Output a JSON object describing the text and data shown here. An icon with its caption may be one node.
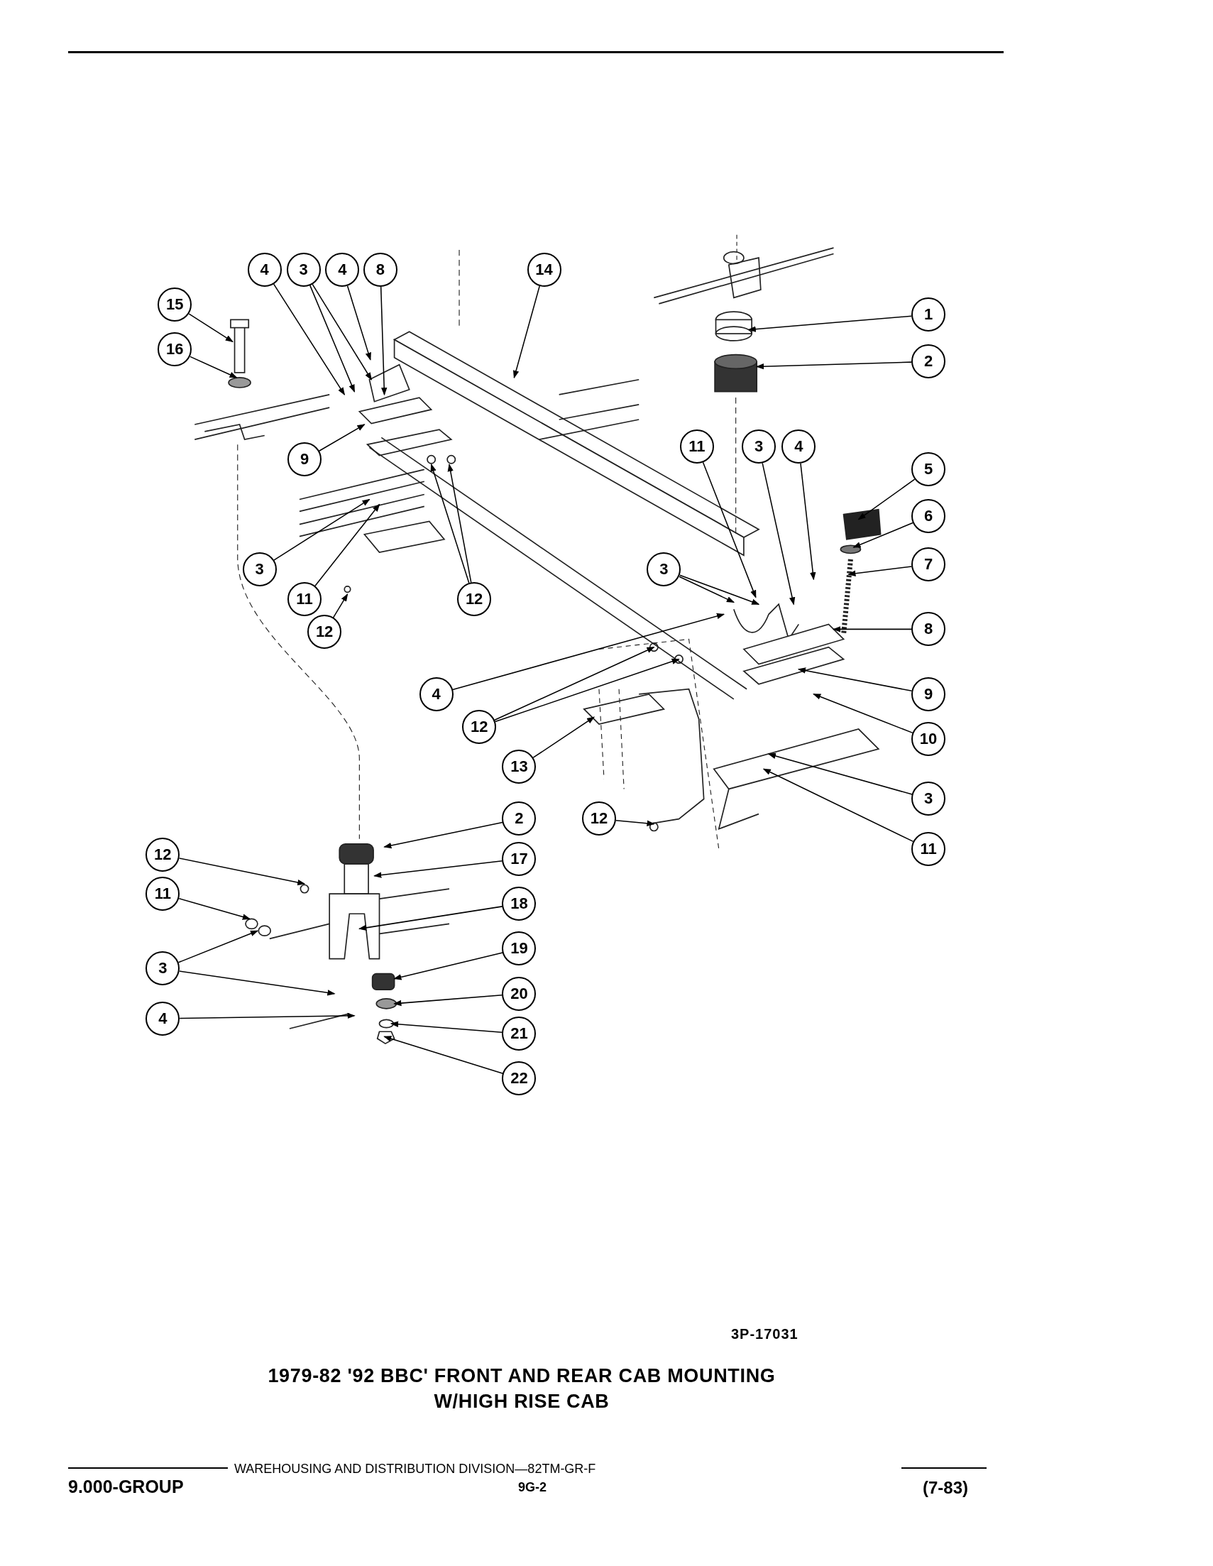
{
  "diagram": {
    "title": "1979-82 '92 BBC' FRONT AND REAR CAB MOUNTING W/HIGH RISE CAB",
    "nodes": [
      {
        "text": [
          "4"
        ]
      },
      {
        "text": [
          "3"
        ]
      },
      {
        "text": [
          "4"
        ]
      },
      {
        "text": [
          "8"
        ]
      },
      {
        "text": [
          "14"
        ]
      },
      {
        "text": [
          "15"
        ]
      },
      {
        "text": [
          "16"
        ]
      },
      {
        "text": [
          "1"
        ]
      },
      {
        "text": [
          "2"
        ]
      },
      {
        "text": [
          "9"
        ]
      },
      {
        "text": [
          "11"
        ]
      },
      {
        "text": [
          "3"
        ]
      },
      {
        "text": [
          "4"
        ]
      },
      {
        "text": [
          "5"
        ]
      },
      {
        "text": [
          "6"
        ]
      },
      {
        "text": [
          "7"
        ]
      },
      {
        "text": [
          "3"
        ]
      },
      {
        "text": [
          "11"
        ]
      },
      {
        "text": [
          "12"
        ]
      },
      {
        "text": [
          "12"
        ]
      },
      {
        "text": [
          "3"
        ]
      },
      {
        "text": [
          "8"
        ]
      },
      {
        "text": [
          "4"
        ]
      },
      {
        "text": [
          "12"
        ]
      },
      {
        "text": [
          "9"
        ]
      },
      {
        "text": [
          "10"
        ]
      },
      {
        "text": [
          "13"
        ]
      },
      {
        "text": [
          "3"
        ]
      },
      {
        "text": [
          "11"
        ]
      },
      {
        "text": [
          "12"
        ]
      },
      {
        "text": [
          "2"
        ]
      },
      {
        "text": [
          "12"
        ]
      },
      {
        "text": [
          "17"
        ]
      },
      {
        "text": [
          "11"
        ]
      },
      {
        "text": [
          "18"
        ]
      },
      {
        "text": [
          "3"
        ]
      },
      {
        "text": [
          "19"
        ]
      },
      {
        "text": [
          "20"
        ]
      },
      {
        "text": [
          "4"
        ]
      },
      {
        "text": [
          "21"
        ]
      },
      {
        "text": [
          "22"
        ]
      }
    ],
    "edges": [
      {
        "from": 0,
        "to": null,
        "arrow": "to"
      },
      {
        "from": 1,
        "to": null,
        "arrow": "to"
      },
      {
        "from": 1,
        "to": null,
        "arrow": "to"
      },
      {
        "from": 2,
        "to": null,
        "arrow": "to"
      },
      {
        "from": 3,
        "to": null,
        "arrow": "to"
      },
      {
        "from": 4,
        "to": null,
        "arrow": "to"
      },
      {
        "from": 5,
        "to": null,
        "arrow": "to"
      },
      {
        "from": 6,
        "to": null,
        "arrow": "to"
      },
      {
        "from": 7,
        "to": null,
        "arrow": "to"
      },
      {
        "from": 8,
        "to": null,
        "arrow": "to"
      },
      {
        "from": 9,
        "to": null,
        "arrow": "to"
      },
      {
        "from": 10,
        "to": null,
        "arrow": "to"
      },
      {
        "from": 11,
        "to": null,
        "arrow": "to"
      },
      {
        "from": 12,
        "to": null,
        "arrow": "to"
      },
      {
        "from": 13,
        "to": null,
        "arrow": "to"
      },
      {
        "from": 14,
        "to": null,
        "arrow": "to"
      },
      {
        "from": 15,
        "to": null,
        "arrow": "to"
      },
      {
        "from": 16,
        "to": null,
        "arrow": "to"
      },
      {
        "from": 17,
        "to": null,
        "arrow": "to"
      },
      {
        "from": 18,
        "to": null,
        "arrow": "to"
      },
      {
        "from": 18,
        "to": null,
        "arrow": "to"
      },
      {
        "from": 19,
        "to": null,
        "arrow": "to"
      },
      {
        "from": 20,
        "to": null,
        "arrow": "to"
      },
      {
        "from": 20,
        "to": null,
        "arrow": "to"
      },
      {
        "from": 21,
        "to": null,
        "arrow": "to"
      },
      {
        "from": 22,
        "to": null,
        "arrow": "to"
      },
      {
        "from": 23,
        "to": null,
        "arrow": "to"
      },
      {
        "from": 23,
        "to": null,
        "arrow": "to"
      },
      {
        "from": 24,
        "to": null,
        "arrow": "to"
      },
      {
        "from": 25,
        "to": null,
        "arrow": "to"
      },
      {
        "from": 26,
        "to": null,
        "arrow": "to"
      },
      {
        "from": 27,
        "to": null,
        "arrow": "to"
      },
      {
        "from": 28,
        "to": null,
        "arrow": "to"
      },
      {
        "from": 29,
        "to": null,
        "arrow": "to"
      },
      {
        "from": 30,
        "to": null,
        "arrow": "to"
      },
      {
        "from": 31,
        "to": null,
        "arrow": "to"
      },
      {
        "from": 32,
        "to": null,
        "arrow": "to"
      },
      {
        "from": 33,
        "to": null,
        "arrow": "to"
      },
      {
        "from": 34,
        "to": null,
        "arrow": "to"
      },
      {
        "from": 35,
        "to": null,
        "arrow": "to"
      },
      {
        "from": 35,
        "to": null,
        "arrow": "to"
      },
      {
        "from": 36,
        "to": null,
        "arrow": "to"
      },
      {
        "from": 37,
        "to": null,
        "arrow": "to"
      },
      {
        "from": 38,
        "to": null,
        "arrow": "to"
      },
      {
        "from": 39,
        "to": null,
        "arrow": "to"
      },
      {
        "from": 40,
        "to": null,
        "arrow": "to"
      }
    ],
    "labels": [
      "3P-17031",
      "WAREHOUSING AND DISTRIBUTION DIVISION—82TM-GR-F",
      "9.000-GROUP",
      "9G-2",
      "(7-83)"
    ]
  }
}
